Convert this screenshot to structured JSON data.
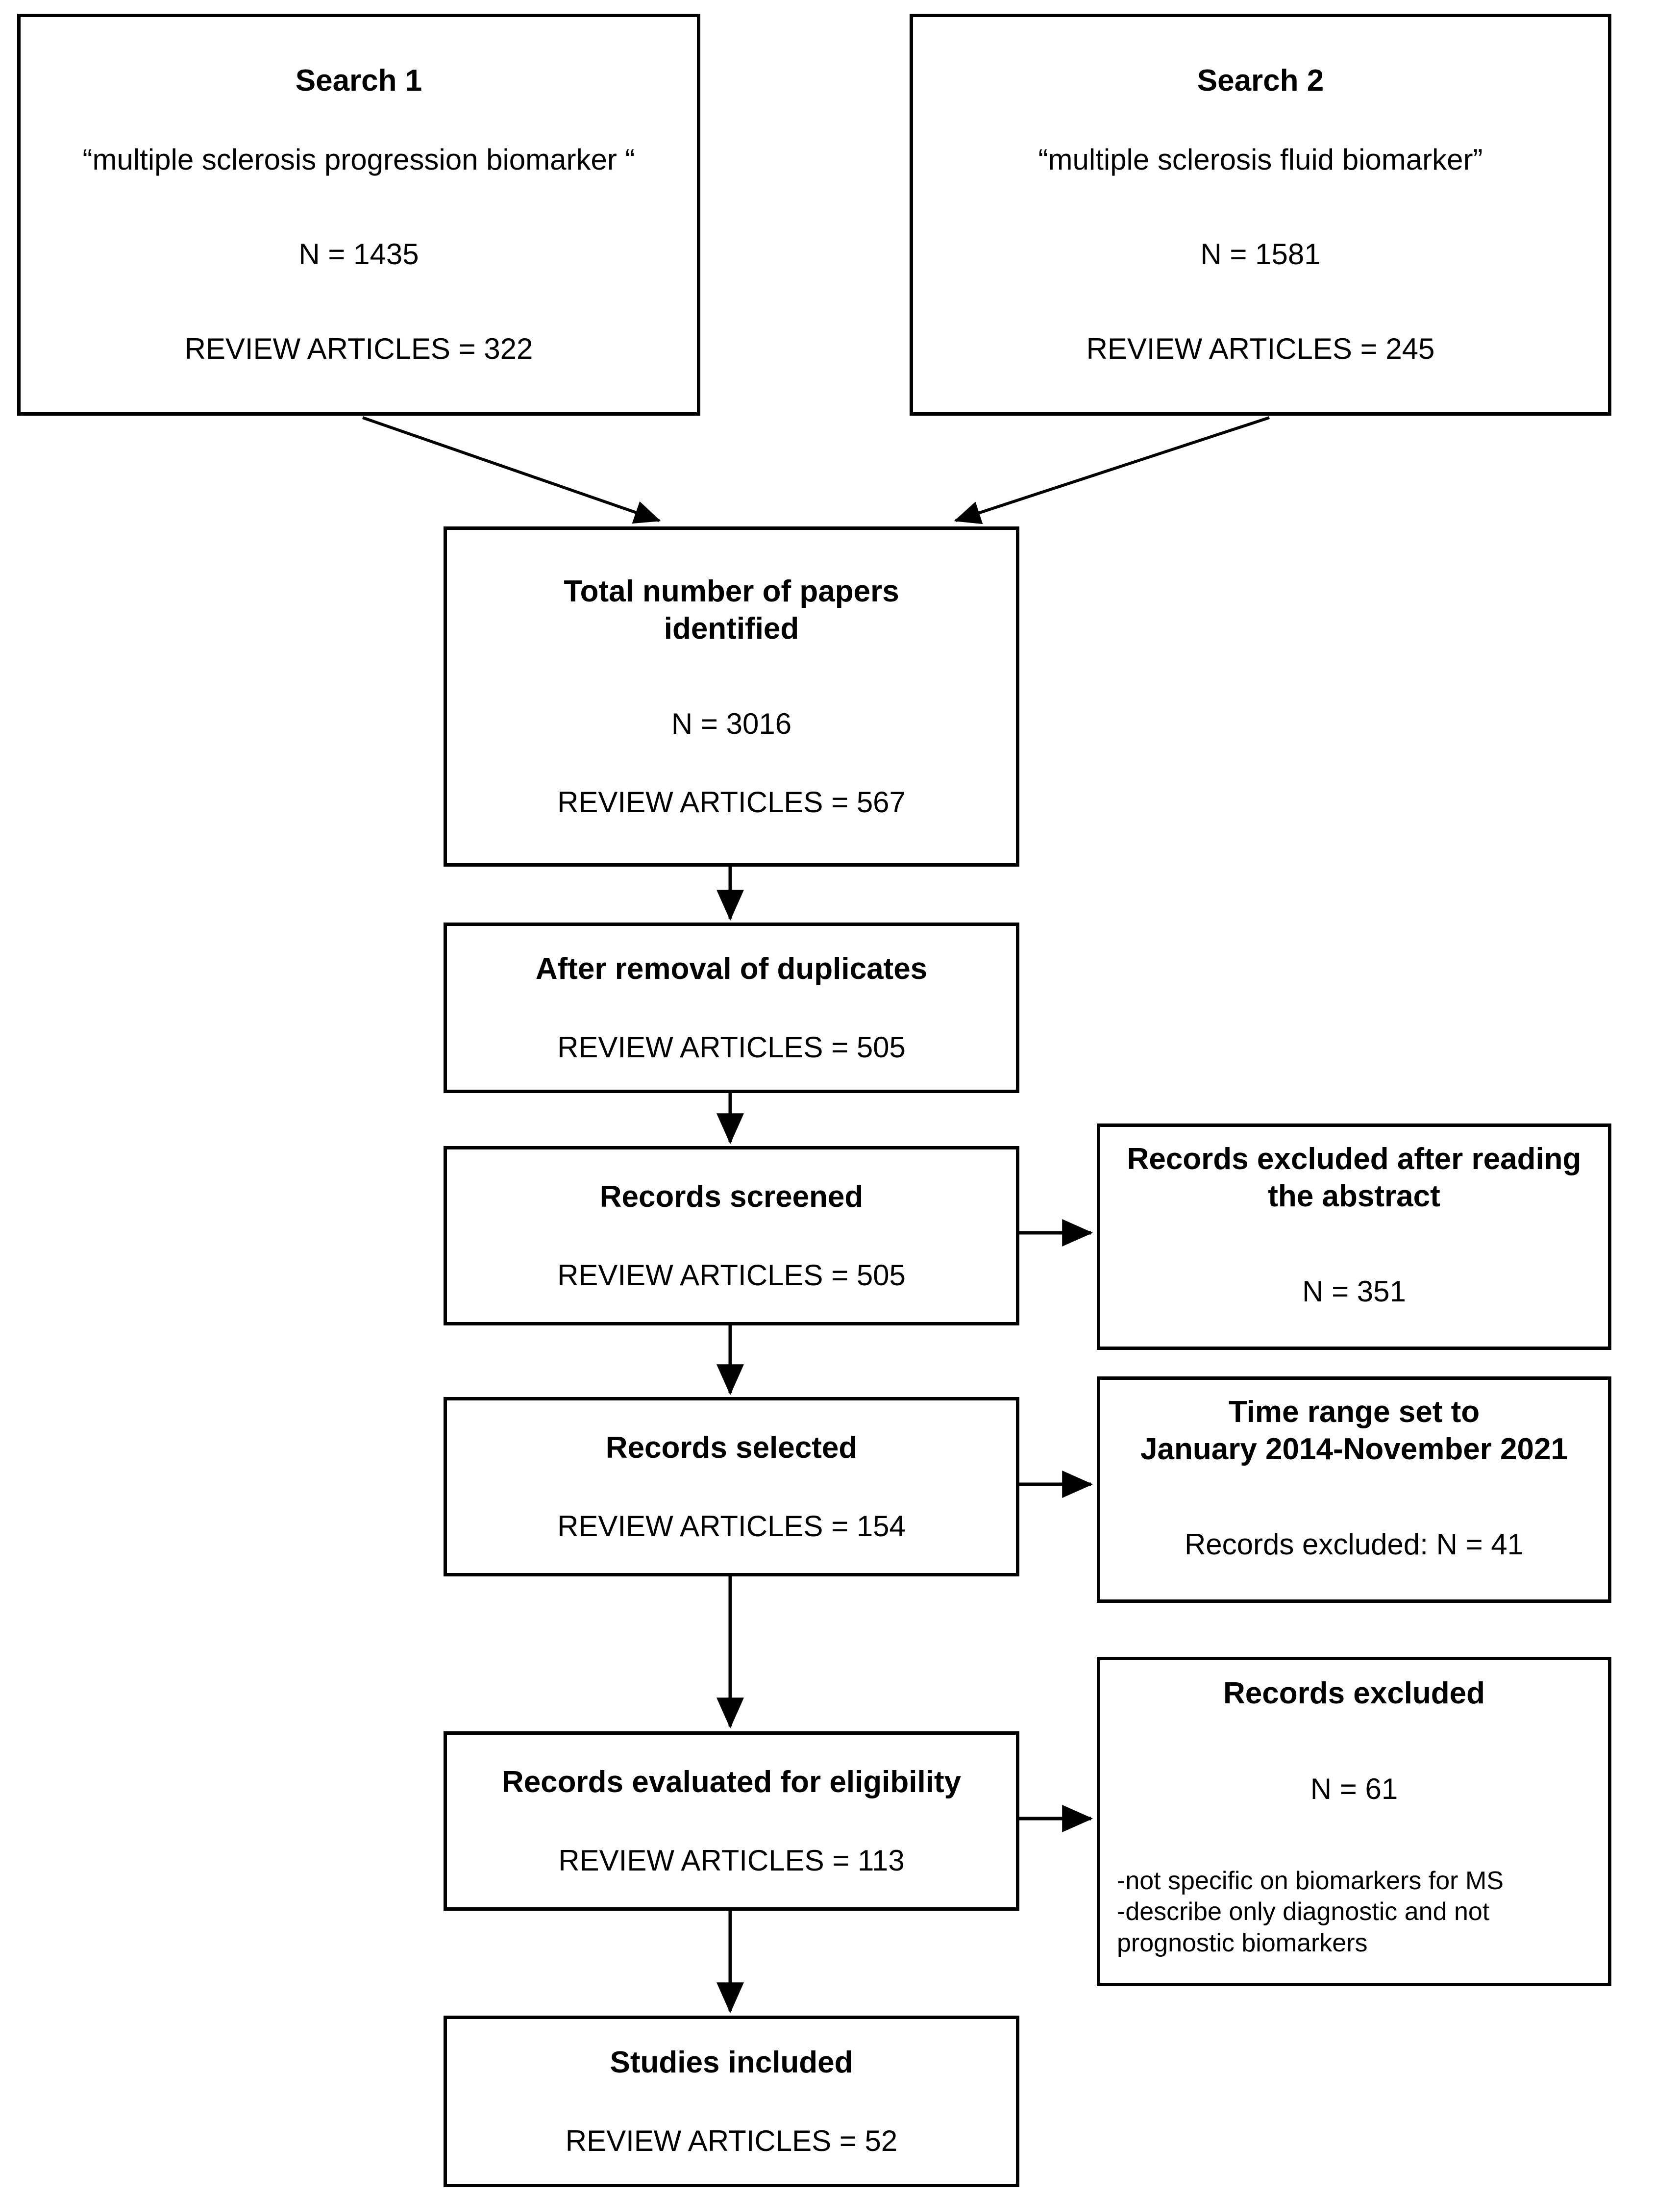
{
  "diagram": {
    "type": "prisma-flow-diagram",
    "title": "PRISMA study selection flow diagram",
    "accent_color": "#000000",
    "background_color": "#ffffff"
  },
  "boxes": {
    "search1": {
      "title": "Search 1",
      "query": "“multiple sclerosis progression biomarker “",
      "n_label": "N = 1435",
      "review_label": "REVIEW ARTICLES = 322"
    },
    "search2": {
      "title": "Search 2",
      "query": "“multiple sclerosis fluid biomarker”",
      "n_label": "N = 1581",
      "review_label": "REVIEW ARTICLES = 245"
    },
    "total_identified": {
      "title": "Total number of papers\nidentified",
      "n_label": "N = 3016",
      "review_label": "REVIEW ARTICLES = 567"
    },
    "after_duplicates": {
      "title": "After removal of duplicates",
      "review_label": "REVIEW ARTICLES = 505"
    },
    "records_screened": {
      "title": "Records screened",
      "review_label": "REVIEW ARTICLES = 505"
    },
    "excluded_abstract": {
      "title": "Records excluded after reading\nthe abstract",
      "n_label": "N = 351"
    },
    "records_selected": {
      "title": "Records selected",
      "review_label": "REVIEW ARTICLES = 154"
    },
    "time_range": {
      "title": "Time range set to\nJanuary 2014-November 2021",
      "excluded_label": "Records excluded: N = 41"
    },
    "records_eligibility": {
      "title": "Records evaluated for eligibility",
      "review_label": "REVIEW ARTICLES = 113"
    },
    "excluded_reasons": {
      "title": "Records excluded",
      "n_label": "N = 61",
      "reasons": "-not specific on biomarkers for MS\n-describe only diagnostic and not\nprognostic biomarkers"
    },
    "studies_included": {
      "title": "Studies included",
      "review_label": "REVIEW ARTICLES = 52"
    }
  },
  "flow_data": {
    "type": "flowchart",
    "nodes": [
      {
        "id": "search1",
        "label": "Search 1",
        "n": 1435,
        "review_articles": 322
      },
      {
        "id": "search2",
        "label": "Search 2",
        "n": 1581,
        "review_articles": 245
      },
      {
        "id": "total_identified",
        "label": "Total number of papers identified",
        "n": 3016,
        "review_articles": 567
      },
      {
        "id": "after_duplicates",
        "label": "After removal of duplicates",
        "review_articles": 505
      },
      {
        "id": "records_screened",
        "label": "Records screened",
        "review_articles": 505
      },
      {
        "id": "excluded_abstract",
        "label": "Records excluded after reading the abstract",
        "n": 351
      },
      {
        "id": "records_selected",
        "label": "Records selected",
        "review_articles": 154
      },
      {
        "id": "time_range",
        "label": "Time range set to January 2014-November 2021",
        "excluded": 41
      },
      {
        "id": "records_eligibility",
        "label": "Records evaluated for eligibility",
        "review_articles": 113
      },
      {
        "id": "excluded_reasons",
        "label": "Records excluded",
        "n": 61
      },
      {
        "id": "studies_included",
        "label": "Studies included",
        "review_articles": 52
      }
    ],
    "edges": [
      {
        "from": "search1",
        "to": "total_identified"
      },
      {
        "from": "search2",
        "to": "total_identified"
      },
      {
        "from": "total_identified",
        "to": "after_duplicates"
      },
      {
        "from": "after_duplicates",
        "to": "records_screened"
      },
      {
        "from": "records_screened",
        "to": "excluded_abstract"
      },
      {
        "from": "records_screened",
        "to": "records_selected"
      },
      {
        "from": "records_selected",
        "to": "time_range"
      },
      {
        "from": "records_selected",
        "to": "records_eligibility"
      },
      {
        "from": "records_eligibility",
        "to": "excluded_reasons"
      },
      {
        "from": "records_eligibility",
        "to": "studies_included"
      }
    ]
  }
}
